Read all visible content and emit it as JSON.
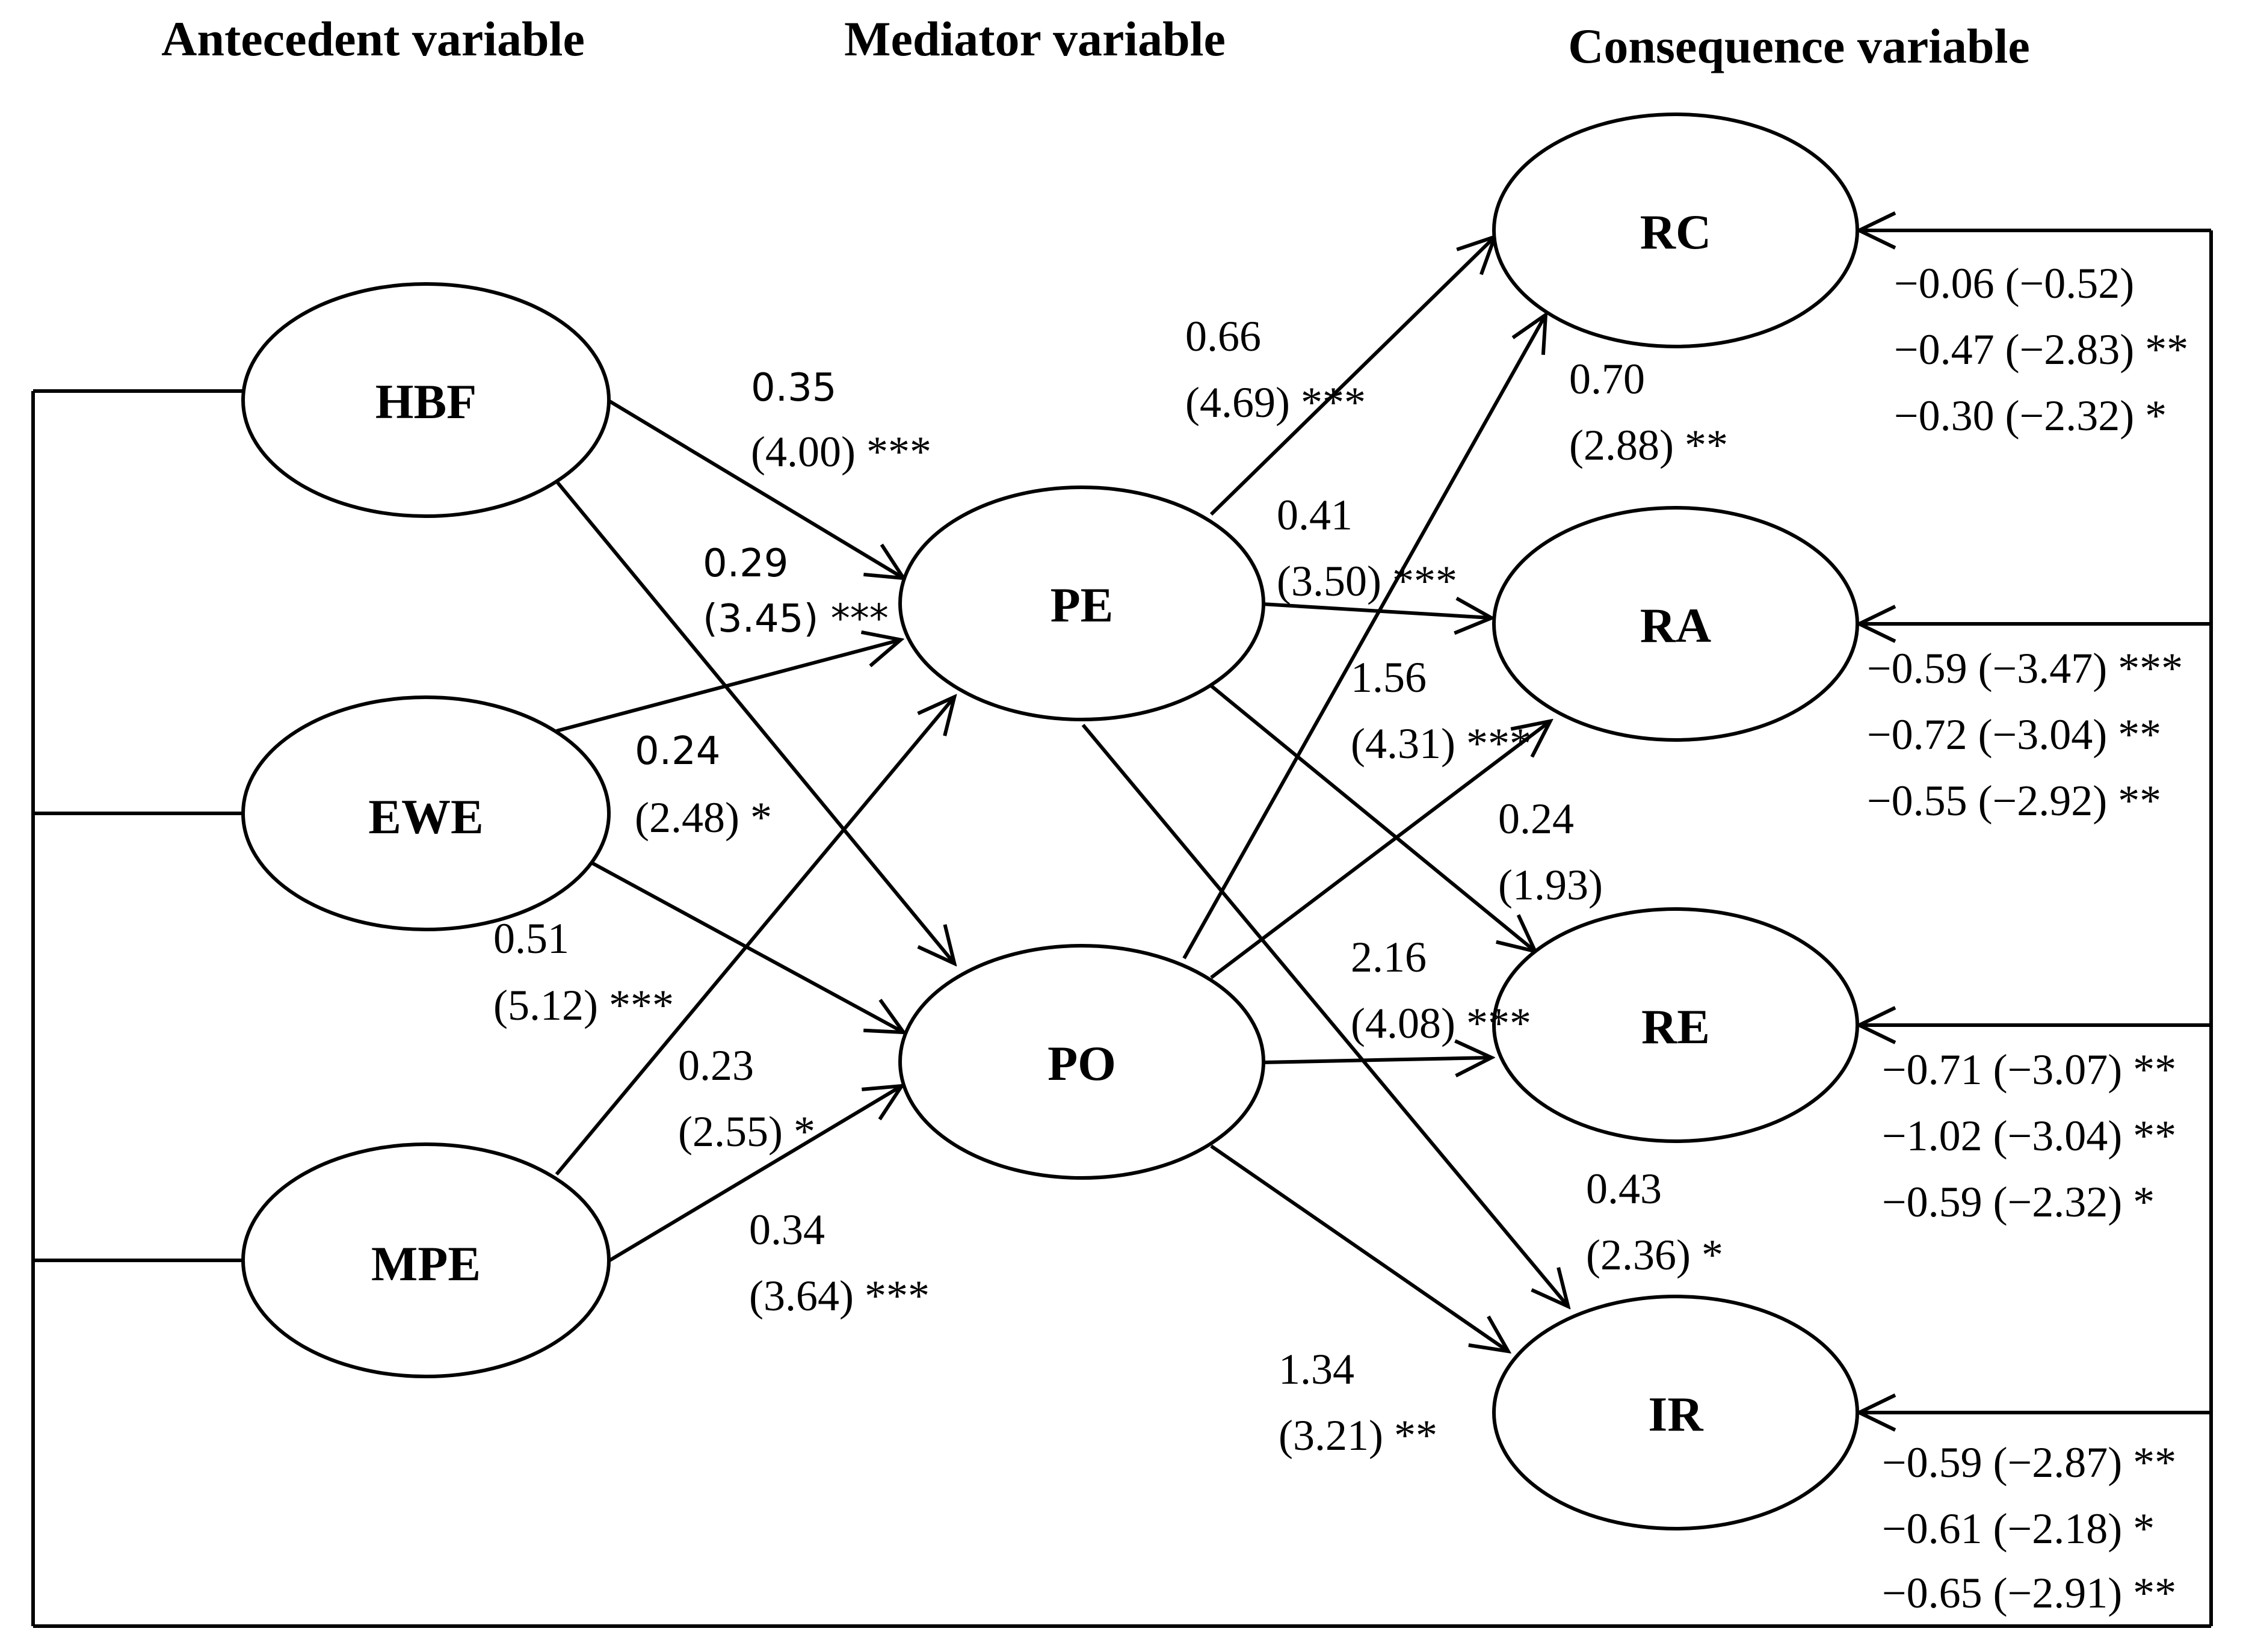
{
  "headers": {
    "antecedent": "Antecedent variable",
    "mediator": "Mediator variable",
    "consequence": "Consequence variable"
  },
  "nodes": {
    "HBF": "HBF",
    "EWE": "EWE",
    "MPE": "MPE",
    "PE": "PE",
    "PO": "PO",
    "RC": "RC",
    "RA": "RA",
    "RE": "RE",
    "IR": "IR"
  },
  "paths": {
    "HBF_PE": {
      "coef": "0.35",
      "t": "(4.00) ***"
    },
    "EWE_PE": {
      "coef": "0.29",
      "t": "(3.45) ***"
    },
    "HBF_PO": {
      "coef": "0.24",
      "t": "(2.48) *"
    },
    "EWE_PO": {
      "coef": "0.51",
      "t": "(5.12) ***"
    },
    "MPE_PE": {
      "coef": "0.23",
      "t": "(2.55) *"
    },
    "MPE_PO": {
      "coef": "0.34",
      "t": "(3.64) ***"
    },
    "PE_RC": {
      "coef": "0.66",
      "t": "(4.69) ***"
    },
    "PO_RC": {
      "coef": "0.70",
      "t": "(2.88) **"
    },
    "PE_RA": {
      "coef": "0.41",
      "t": "(3.50) ***"
    },
    "PO_RA": {
      "coef": "1.56",
      "t": "(4.31) ***"
    },
    "PE_RE": {
      "coef": "0.24",
      "t": "(1.93)"
    },
    "PO_RE": {
      "coef": "2.16",
      "t": "(4.08) ***"
    },
    "PE_IR": {
      "coef": "0.43",
      "t": "(2.36) *"
    },
    "PO_IR": {
      "coef": "1.34",
      "t": "(3.21) **"
    }
  },
  "direct_effects": {
    "RC": [
      "−0.06 (−0.52)",
      "−0.47 (−2.83) **",
      "−0.30 (−2.32) *"
    ],
    "RA": [
      "−0.59 (−3.47) ***",
      "−0.72 (−3.04) **",
      "−0.55 (−2.92) **"
    ],
    "RE": [
      "−0.71 (−3.07) **",
      "−1.02 (−3.04) **",
      "−0.59 (−2.32) *"
    ],
    "IR": [
      "−0.59 (−2.87) **",
      "−0.61 (−2.18) *",
      "−0.65 (−2.91) **"
    ]
  }
}
